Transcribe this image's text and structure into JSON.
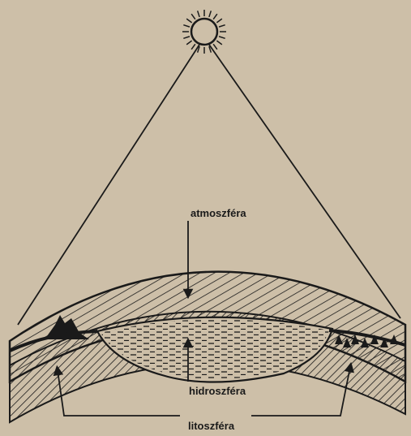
{
  "diagram": {
    "labels": {
      "atmosphere": "atmoszféra",
      "hydrosphere": "hidroszféra",
      "lithosphere": "litoszféra"
    },
    "icons": [
      "sun-icon",
      "forest-icon",
      "mountain-icon"
    ],
    "colors": {
      "background": "#cdbfa8",
      "ink": "#1a1a1a"
    }
  }
}
